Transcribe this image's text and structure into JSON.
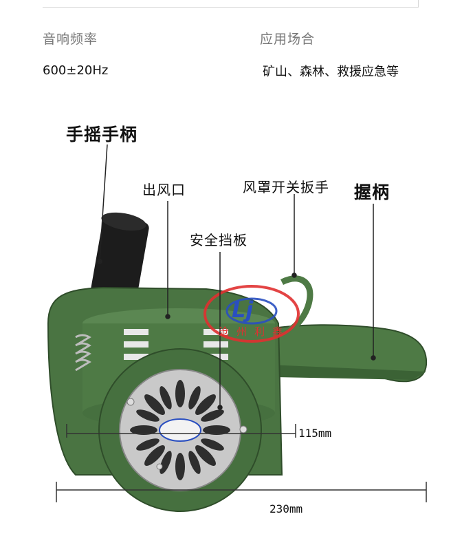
{
  "specs": {
    "frequency_label": "音响频率",
    "frequency_value": "600±20Hz",
    "usage_label": "应用场合",
    "usage_value": "矿山、森林、救援应急等"
  },
  "callouts": {
    "crank_handle": "手摇手柄",
    "air_outlet": "出风口",
    "cover_switch_lever": "风罩开关扳手",
    "grip_handle": "握柄",
    "safety_baffle": "安全挡板"
  },
  "dimensions": {
    "small": "115mm",
    "large": "230mm"
  },
  "logo": {
    "letters": "Lj",
    "subtitle": "沧州利鑫"
  },
  "colors": {
    "body_green": "#4e7a45",
    "dark_green": "#35582f",
    "logo_red": "#e03030",
    "logo_blue": "#2a4fc0"
  }
}
